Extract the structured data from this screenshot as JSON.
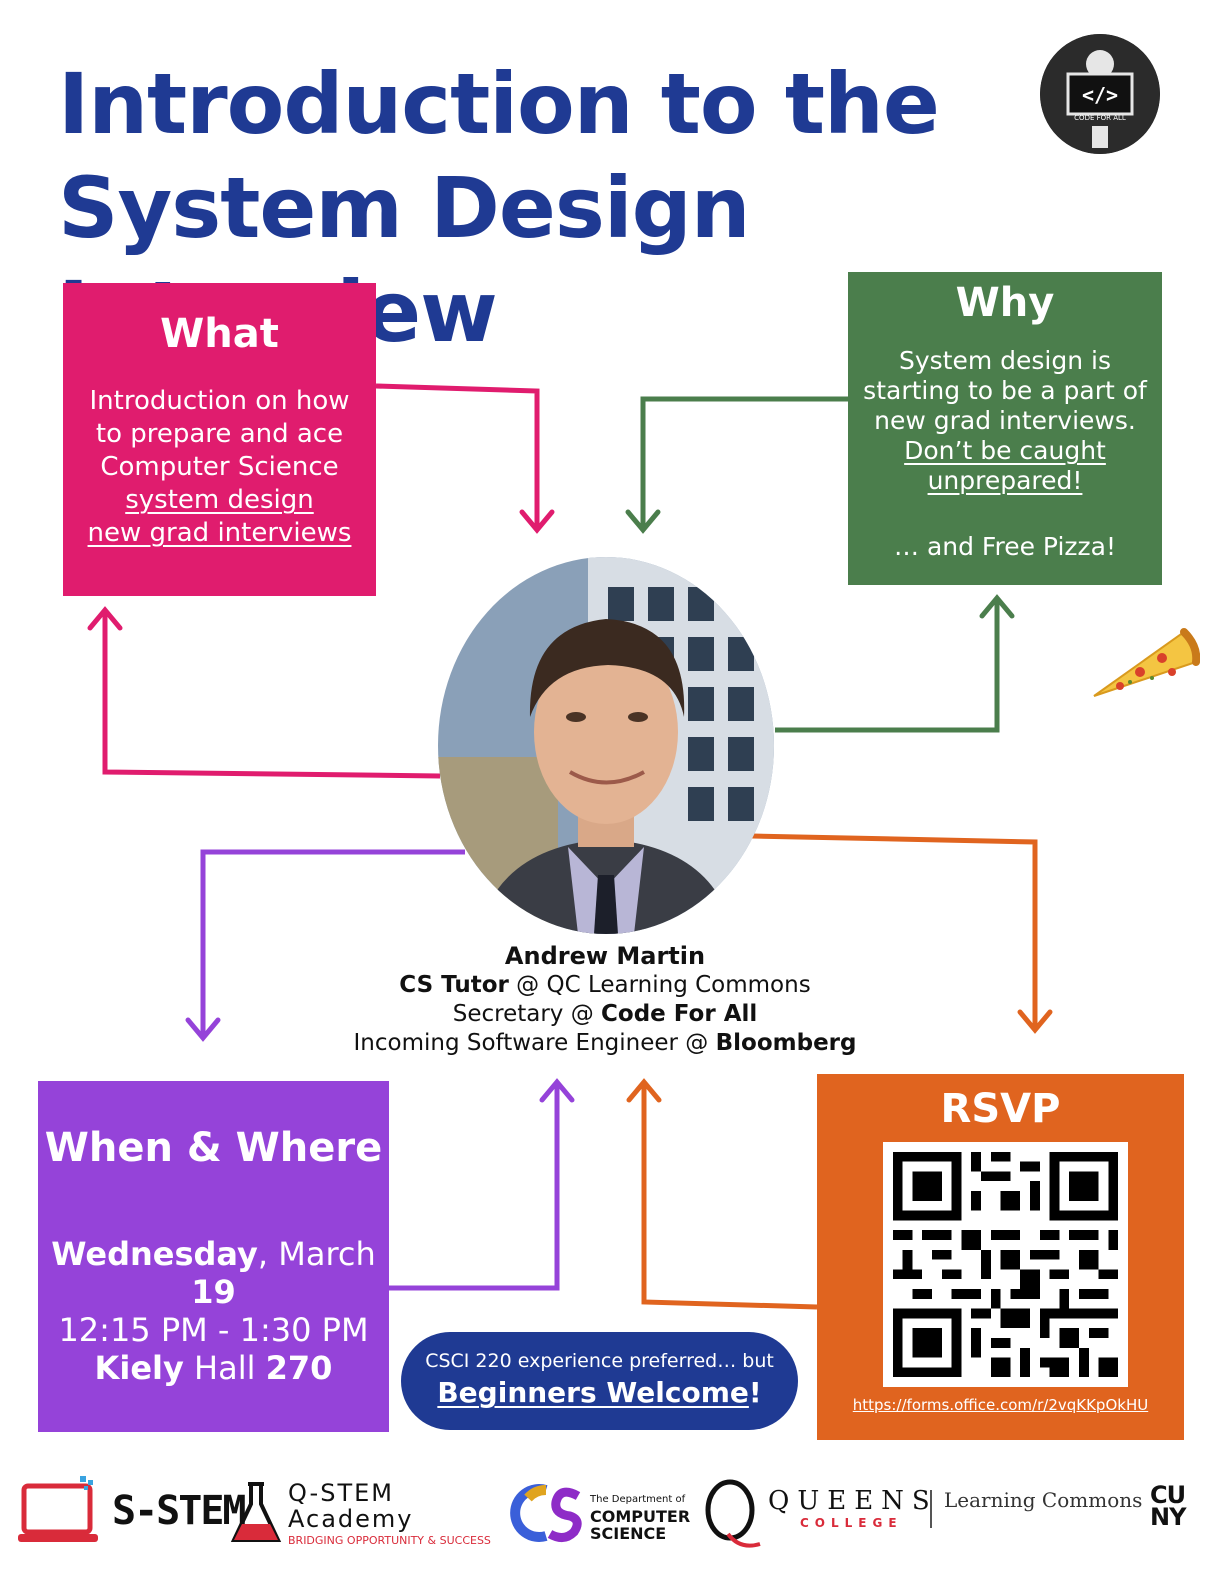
{
  "title": {
    "line1": "Introduction to the",
    "line2": "System Design Interview"
  },
  "logo": {
    "icon": "code-for-all-logo",
    "text": "CODE FOR ALL"
  },
  "what": {
    "title": "What",
    "text_lines": [
      "Introduction on how",
      "to prepare and ace",
      "Computer Science"
    ],
    "underlined_lines": [
      "system design",
      "new grad interviews"
    ],
    "color": "#e01c6e"
  },
  "why": {
    "title": "Why",
    "text_lines": [
      "System design is",
      "starting to be a part of",
      "new grad interviews."
    ],
    "underlined_lines": [
      "Don’t be caught",
      "unprepared!"
    ],
    "extra": "… and Free Pizza!",
    "color": "#4b7e4c"
  },
  "speaker": {
    "name": "Andrew Martin",
    "line1_bold": "CS Tutor",
    "line1_rest": " @ QC Learning Commons",
    "line2_pre": "Secretary @ ",
    "line2_bold": "Code For All",
    "line3_pre": "Incoming Software Engineer @ ",
    "line3_bold": "Bloomberg"
  },
  "when": {
    "title": "When & Where",
    "day": "Wednesday",
    "date_pre": ", March ",
    "date_num": "19",
    "time": "12:15 PM - 1:30 PM",
    "place_bold1": "Kiely",
    "place_mid": " Hall ",
    "place_bold2": "270",
    "color": "#9543d9"
  },
  "pill": {
    "line1": "CSCI 220 experience preferred… but",
    "line2_link": "Beginners Welcome",
    "line2_tail": "!"
  },
  "rsvp": {
    "title": "RSVP",
    "link": "https://forms.office.com/r/2vqKKpOkHU",
    "color": "#e0641f"
  },
  "sponsors": {
    "sstem": "S-STEM",
    "qstem_line1": "Q-STEM",
    "qstem_line2": "Academy",
    "qstem_tagline": "BRIDGING OPPORTUNITY & SUCCESS",
    "cs_small": "The Department of",
    "cs_line1": "COMPUTER",
    "cs_line2": "SCIENCE",
    "queens": "QUEENS",
    "college": "COLLEGE",
    "learning_commons": "Learning Commons",
    "cuny_line1": "CU",
    "cuny_line2": "NY"
  }
}
